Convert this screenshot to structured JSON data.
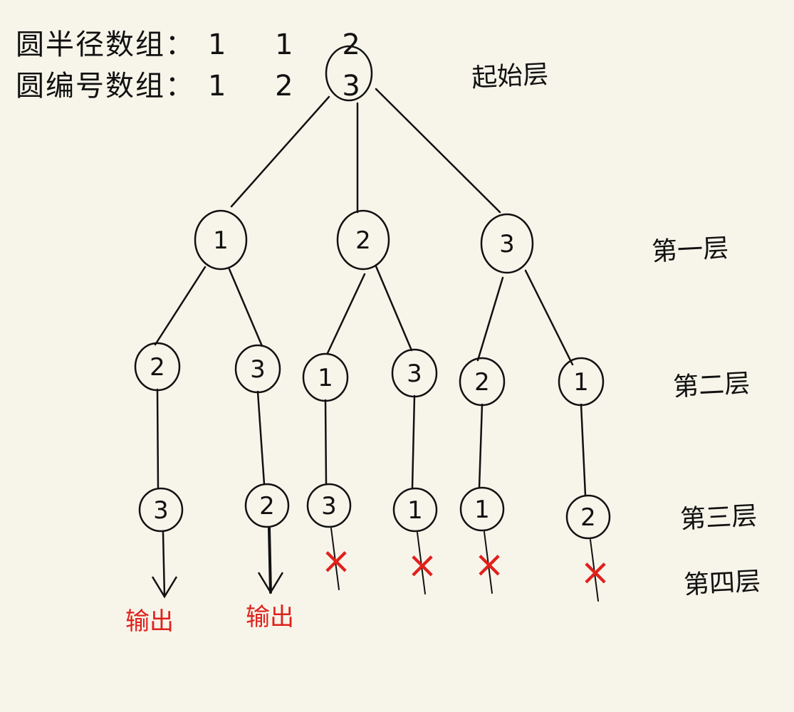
{
  "header": {
    "radius_label": "圆半径数组：",
    "radius_values": "1 1 2",
    "id_label": "圆编号数组：",
    "id_values": "1 2 3"
  },
  "layers": [
    "起始层",
    "第一层",
    "第二层",
    "第三层",
    "第四层"
  ],
  "tree": {
    "root": "",
    "level1": [
      "1",
      "2",
      "3"
    ],
    "level2": [
      "2",
      "3",
      "1",
      "3",
      "2",
      "1"
    ],
    "level3": [
      "3",
      "2",
      "3",
      "1",
      "1",
      "2"
    ],
    "outcomes": [
      "输出",
      "输出",
      "×",
      "×",
      "×",
      "×"
    ]
  },
  "colors": {
    "ink": "#111111",
    "red": "#e0201c",
    "paper": "#f7f5ea"
  }
}
